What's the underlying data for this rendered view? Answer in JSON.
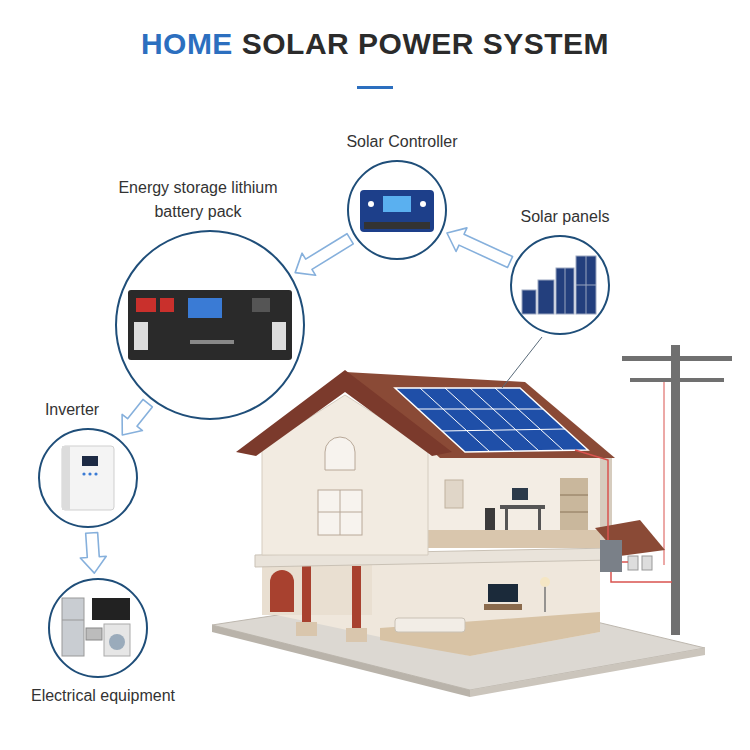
{
  "diagram": {
    "title": "HOME SOLAR POWER SYSTEM",
    "nodes": [
      {
        "text": [
          "Solar Controller"
        ]
      },
      {
        "text": [
          "Energy storage lithium battery pack"
        ]
      },
      {
        "text": [
          "Solar panels"
        ]
      },
      {
        "text": [
          "Inverter"
        ]
      },
      {
        "text": [
          "Electrical equipment"
        ]
      }
    ],
    "edges": [
      {
        "from": 2,
        "to": 0,
        "arrow": "to"
      },
      {
        "from": 0,
        "to": 1,
        "arrow": "to"
      },
      {
        "from": 1,
        "to": 3,
        "arrow": "to"
      },
      {
        "from": 3,
        "to": 4,
        "arrow": "to"
      }
    ]
  }
}
